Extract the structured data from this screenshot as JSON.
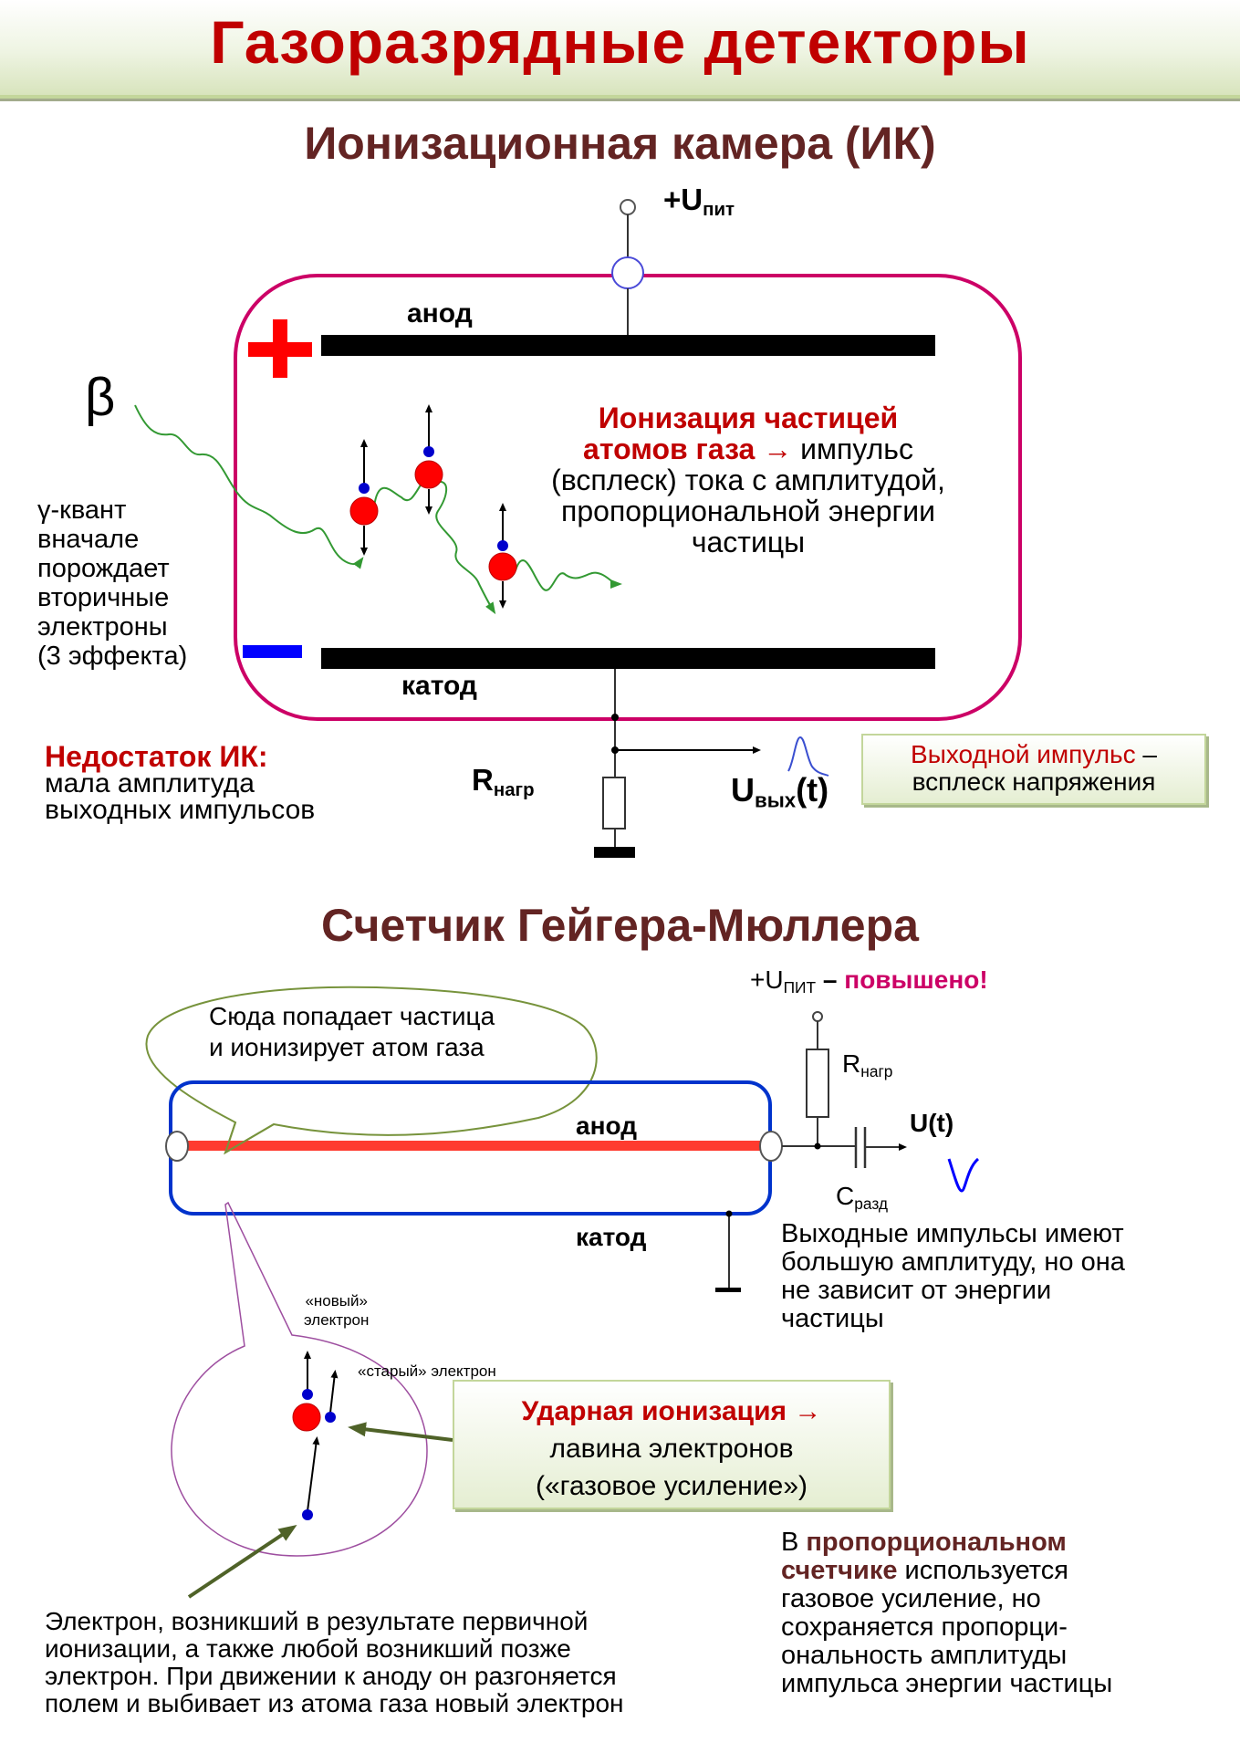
{
  "header": {
    "title": "Газоразрядные детекторы"
  },
  "ion_chamber": {
    "title": "Ионизационная камера (ИК)",
    "supply_label": {
      "main": "+U",
      "sub": "пит"
    },
    "anode_label": "анод",
    "cathode_label": "катод",
    "plus_sign": "+",
    "beta_label": "β",
    "gamma_note": [
      "γ-квант",
      "вначале",
      "порождает",
      "вторичные",
      "электроны",
      "(3 эффекта)"
    ],
    "ionization_text": {
      "highlight_1": "Ионизация частицей",
      "highlight_2": "атомов газа",
      "arrow": "→",
      "rest_1": "импульс",
      "rest_2": "(всплеск) тока с амплитудой,",
      "rest_3": "пропорциональной энергии",
      "rest_4": "частицы"
    },
    "drawback": {
      "title": "Недостаток ИК:",
      "line_1": "мала амплитуда",
      "line_2": "выходных импульсов"
    },
    "load_label": {
      "main": "R",
      "sub": "нагр"
    },
    "output_label": {
      "main": "U",
      "sub": "вых",
      "suffix": "(t)"
    },
    "callout": {
      "highlight": "Выходной импульс",
      "dash": " –",
      "rest": "всплеск напряжения"
    },
    "colors": {
      "chamber_border": "#cc0066",
      "plus": "#ff0000",
      "minus": "#0000ff",
      "track": "#339933",
      "ion": "#ff0000",
      "electron": "#0000cc"
    }
  },
  "geiger": {
    "title": "Счетчик Гейгера-Мюллера",
    "supply_label": {
      "main": "+U",
      "sub": "ПИТ",
      "dash": " – ",
      "emphasis": "повышено!"
    },
    "bubble_text": [
      "Сюда попадает частица",
      "и ионизирует атом газа"
    ],
    "anode_label": "анод",
    "cathode_label": "катод",
    "load_label": {
      "main": "R",
      "sub": "нагр"
    },
    "cap_label": {
      "main": "C",
      "sub": "разд"
    },
    "output_label": "U(t)",
    "output_note": [
      "Выходные импульсы имеют",
      "большую амплитуду, но она",
      "не зависит от энергии",
      "частицы"
    ],
    "new_electron_label": [
      "«новый»",
      "электрон"
    ],
    "old_electron_label": "«старый» электрон",
    "callout": {
      "highlight": "Ударная ионизация →",
      "line_2": "лавина электронов",
      "line_3": "(«газовое усиление»)"
    },
    "electron_note": [
      "Электрон, возникший в результате первичной",
      "ионизации, а также любой возникший позже",
      "электрон. При движении к аноду он разгоняется",
      "полем и выбивает из атома газа новый электрон"
    ],
    "proportional_note": {
      "prefix": "В ",
      "highlight_1": "пропорциональном",
      "highlight_2": "счетчике",
      "rest": [
        "используется",
        "газовое усиление, но",
        "сохраняется пропорци-",
        "ональность амплитуды",
        "импульса энергии частицы"
      ]
    },
    "colors": {
      "tube_border": "#0033cc",
      "anode_wire": "#ff3b2f",
      "bubble": "#77933c",
      "zoom_circle": "#9e4fa0",
      "pointer": "#4f6228",
      "pulse": "#0000ff",
      "emphasis": "#cc0066"
    }
  }
}
